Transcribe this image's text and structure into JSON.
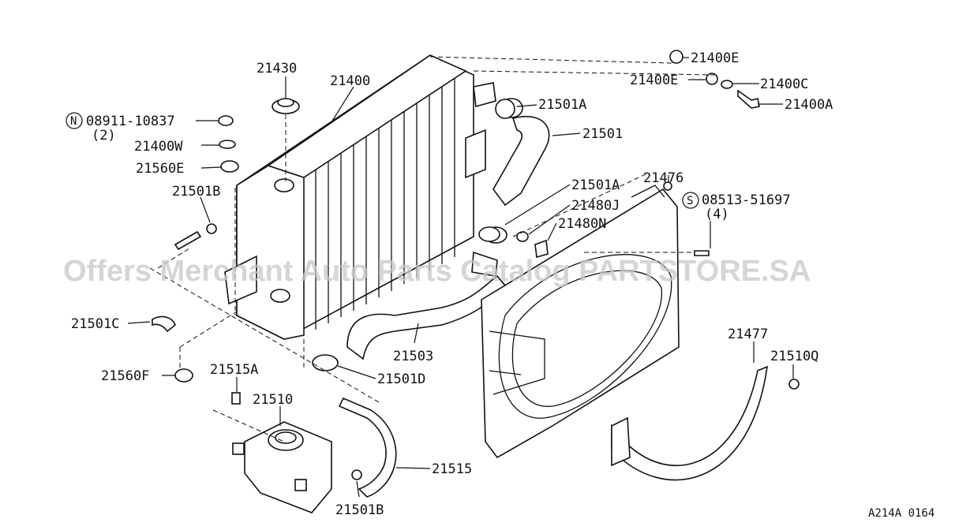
{
  "watermark": "Offers Merchant Auto Parts Catalog PARTSTORE.SA",
  "figure_code": "A214A 0164",
  "labels": {
    "p21430": "21430",
    "p21400": "21400",
    "p21400E_top": "21400E",
    "p21400E_mid": "21400E",
    "p21400C": "21400C",
    "p21400A": "21400A",
    "p21501A_top": "21501A",
    "p21501": "21501",
    "p08911": "08911-10837",
    "p08911_qty": "(2)",
    "p21400W": "21400W",
    "p21560E": "21560E",
    "p21501B_top": "21501B",
    "p21501A_mid": "21501A",
    "p21476": "21476",
    "p08513": "08513-51697",
    "p08513_qty": "(4)",
    "p21480J": "21480J",
    "p21480N": "21480N",
    "p21503": "21503",
    "p21501C": "21501C",
    "p21560F": "21560F",
    "p21515A": "21515A",
    "p21510": "21510",
    "p21501D": "21501D",
    "p21477": "21477",
    "p21510Q": "21510Q",
    "p21515": "21515",
    "p21501B_bot": "21501B"
  },
  "symbols": {
    "nut_symbol": "N",
    "screw_symbol": "S"
  }
}
